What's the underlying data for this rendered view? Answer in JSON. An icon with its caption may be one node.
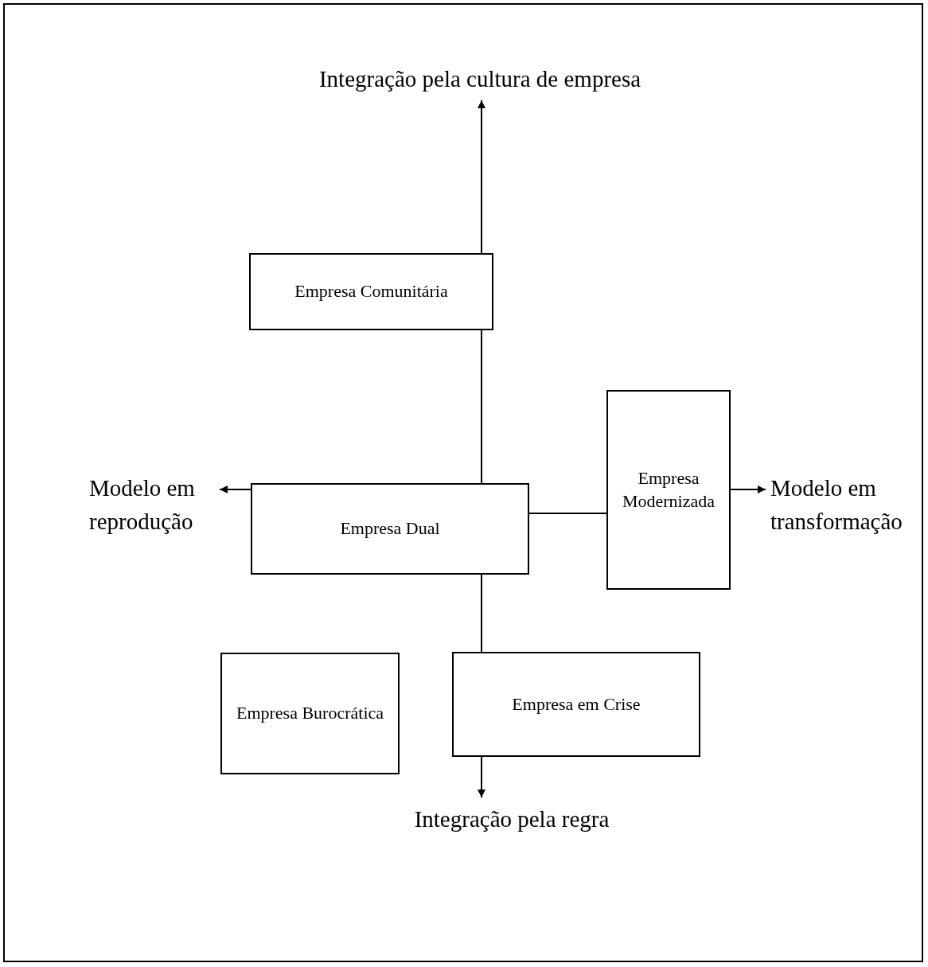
{
  "diagram": {
    "nodes": [
      {
        "text": [
          "Integração pela cultura de empresa"
        ]
      },
      {
        "text": [
          "Empresa Comunitária"
        ]
      },
      {
        "text": [
          "Empresa Modernizada"
        ]
      },
      {
        "text": [
          "Modelo em reprodução"
        ]
      },
      {
        "text": [
          "Empresa Dual"
        ]
      },
      {
        "text": [
          "Modelo em transformação"
        ]
      },
      {
        "text": [
          "Empresa Burocrática"
        ]
      },
      {
        "text": [
          "Empresa em Crise"
        ]
      },
      {
        "text": [
          "Integração pela regra"
        ]
      }
    ],
    "edges": [
      {
        "from": 1,
        "to": 0,
        "arrow": "to"
      },
      {
        "from": 1,
        "to": 4,
        "arrow": "none"
      },
      {
        "from": 4,
        "to": 3,
        "arrow": "to"
      },
      {
        "from": 4,
        "to": 2,
        "arrow": "none"
      },
      {
        "from": 2,
        "to": 5,
        "arrow": "to"
      },
      {
        "from": 4,
        "to": 7,
        "arrow": "none"
      },
      {
        "from": 7,
        "to": 8,
        "arrow": "to"
      }
    ]
  }
}
